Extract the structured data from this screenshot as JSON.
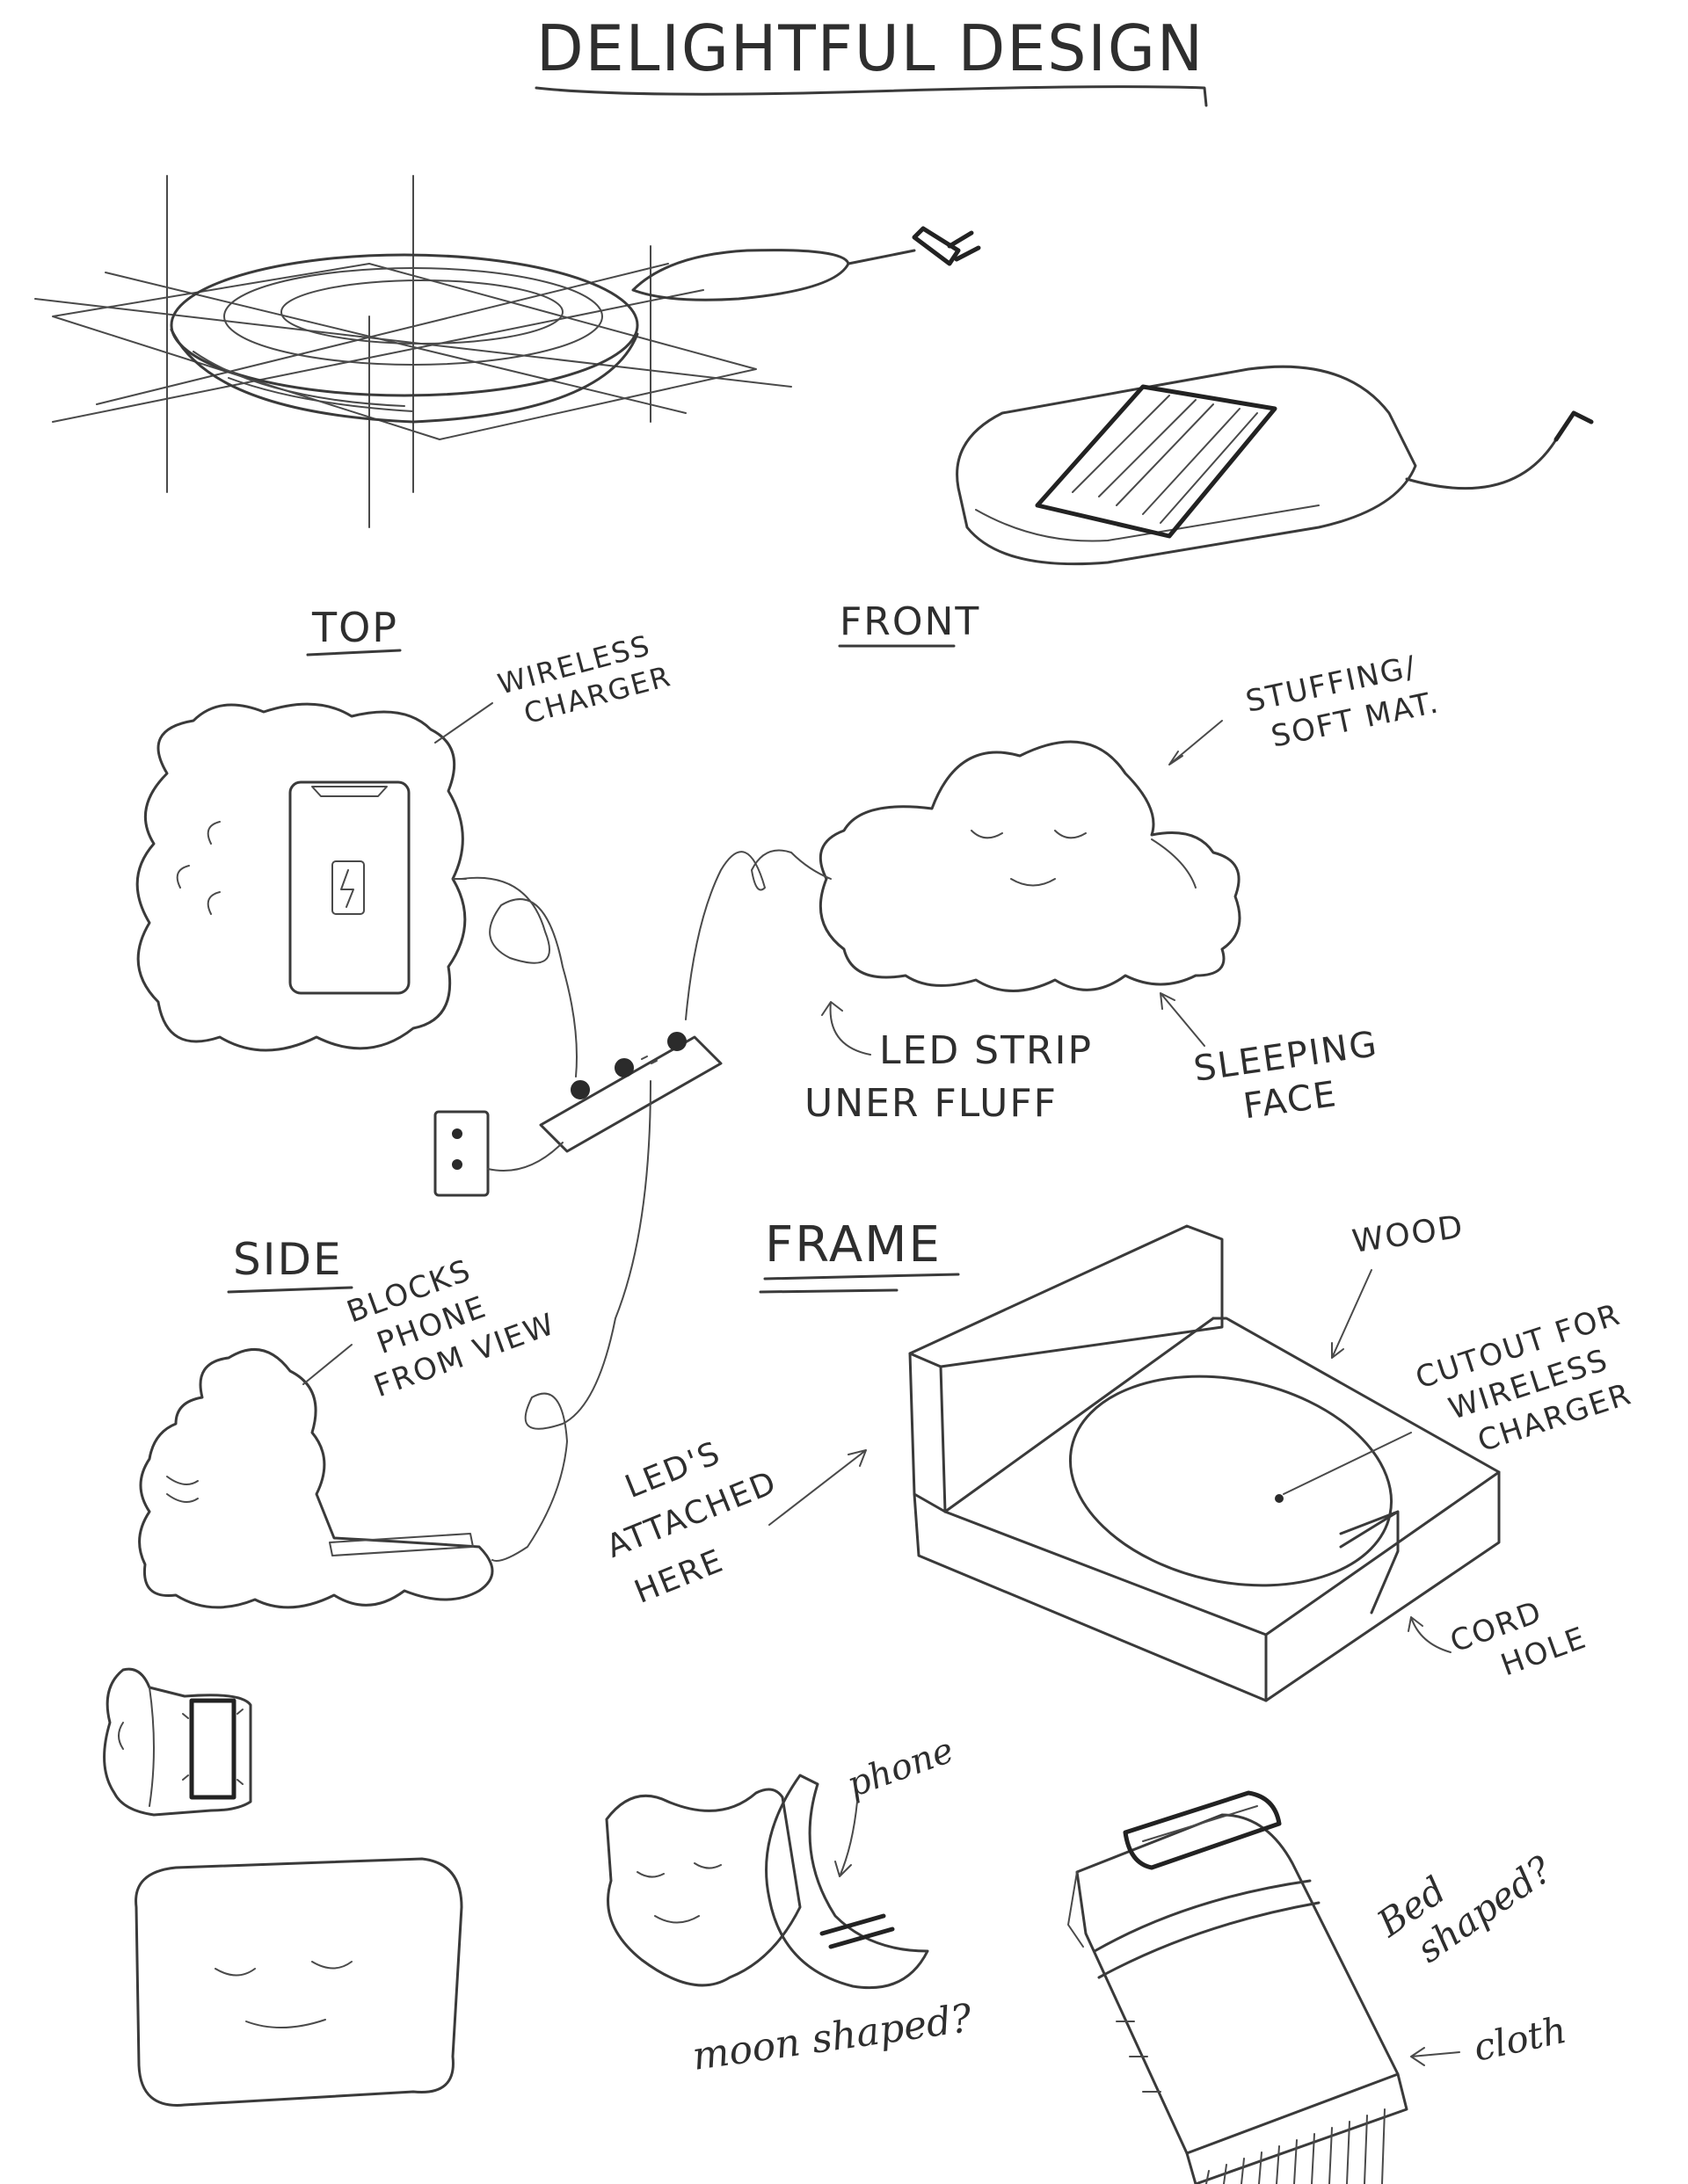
{
  "title": "DELIGHTFUL DESIGN",
  "views": {
    "top": "TOP",
    "front": "FRONT",
    "side": "SIDE",
    "frame": "FRAME"
  },
  "annotations": {
    "wireless_charger": [
      "WIRELESS",
      "CHARGER"
    ],
    "stuffing": [
      "STUFFING/",
      "SOFT MAT."
    ],
    "led_strip": [
      "LED STRIP",
      "UNER FLUFF"
    ],
    "sleeping_face": [
      "SLEEPING",
      "FACE"
    ],
    "blocks_phone": [
      "BLOCKS",
      "PHONE",
      "FROM VIEW"
    ],
    "wood": "WOOD",
    "cutout": [
      "CUTOUT FOR",
      "WIRELESS",
      "CHARGER"
    ],
    "leds_attached": [
      "LED'S",
      "ATTACHED",
      "HERE"
    ],
    "cord_hole": [
      "CORD",
      "HOLE"
    ],
    "phone": "phone",
    "moon_shaped": "moon shaped?",
    "bed_shaped": [
      "Bed",
      "shaped?"
    ],
    "cloth": "cloth"
  }
}
